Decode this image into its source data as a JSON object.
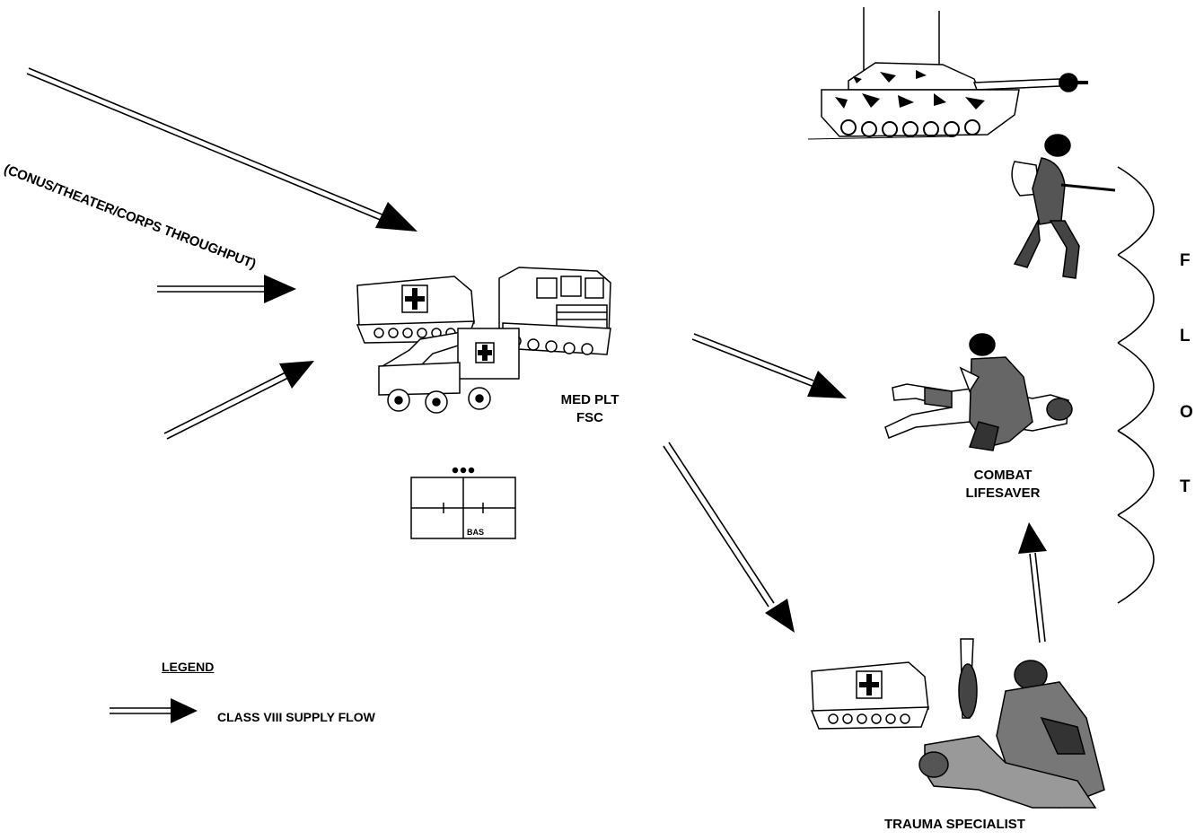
{
  "labels": {
    "source": "(CONUS/THEATER/CORPS THROUGHPUT)",
    "medical_platoon": [
      "MED PLT",
      "FSC"
    ],
    "combat_lifesaver": [
      "COMBAT",
      "LIFESAVER"
    ],
    "trauma_specialist": "TRAUMA SPECIALIST",
    "bas_symbol": "BAS",
    "flot_letters": [
      "F",
      "L",
      "O",
      "T"
    ]
  },
  "legend": {
    "title": "LEGEND",
    "entry": "CLASS VIII SUPPLY FLOW"
  },
  "icons": [
    "tank-icon",
    "rifleman-icon",
    "tracked-ambulance-icon",
    "cargo-carrier-icon",
    "humvee-ambulance-icon",
    "medic-treating-casualty-icon",
    "trauma-team-icon",
    "bas-unit-symbol-icon",
    "double-arrow-icon"
  ],
  "colors": {
    "ink": "#000000",
    "background": "#ffffff"
  }
}
